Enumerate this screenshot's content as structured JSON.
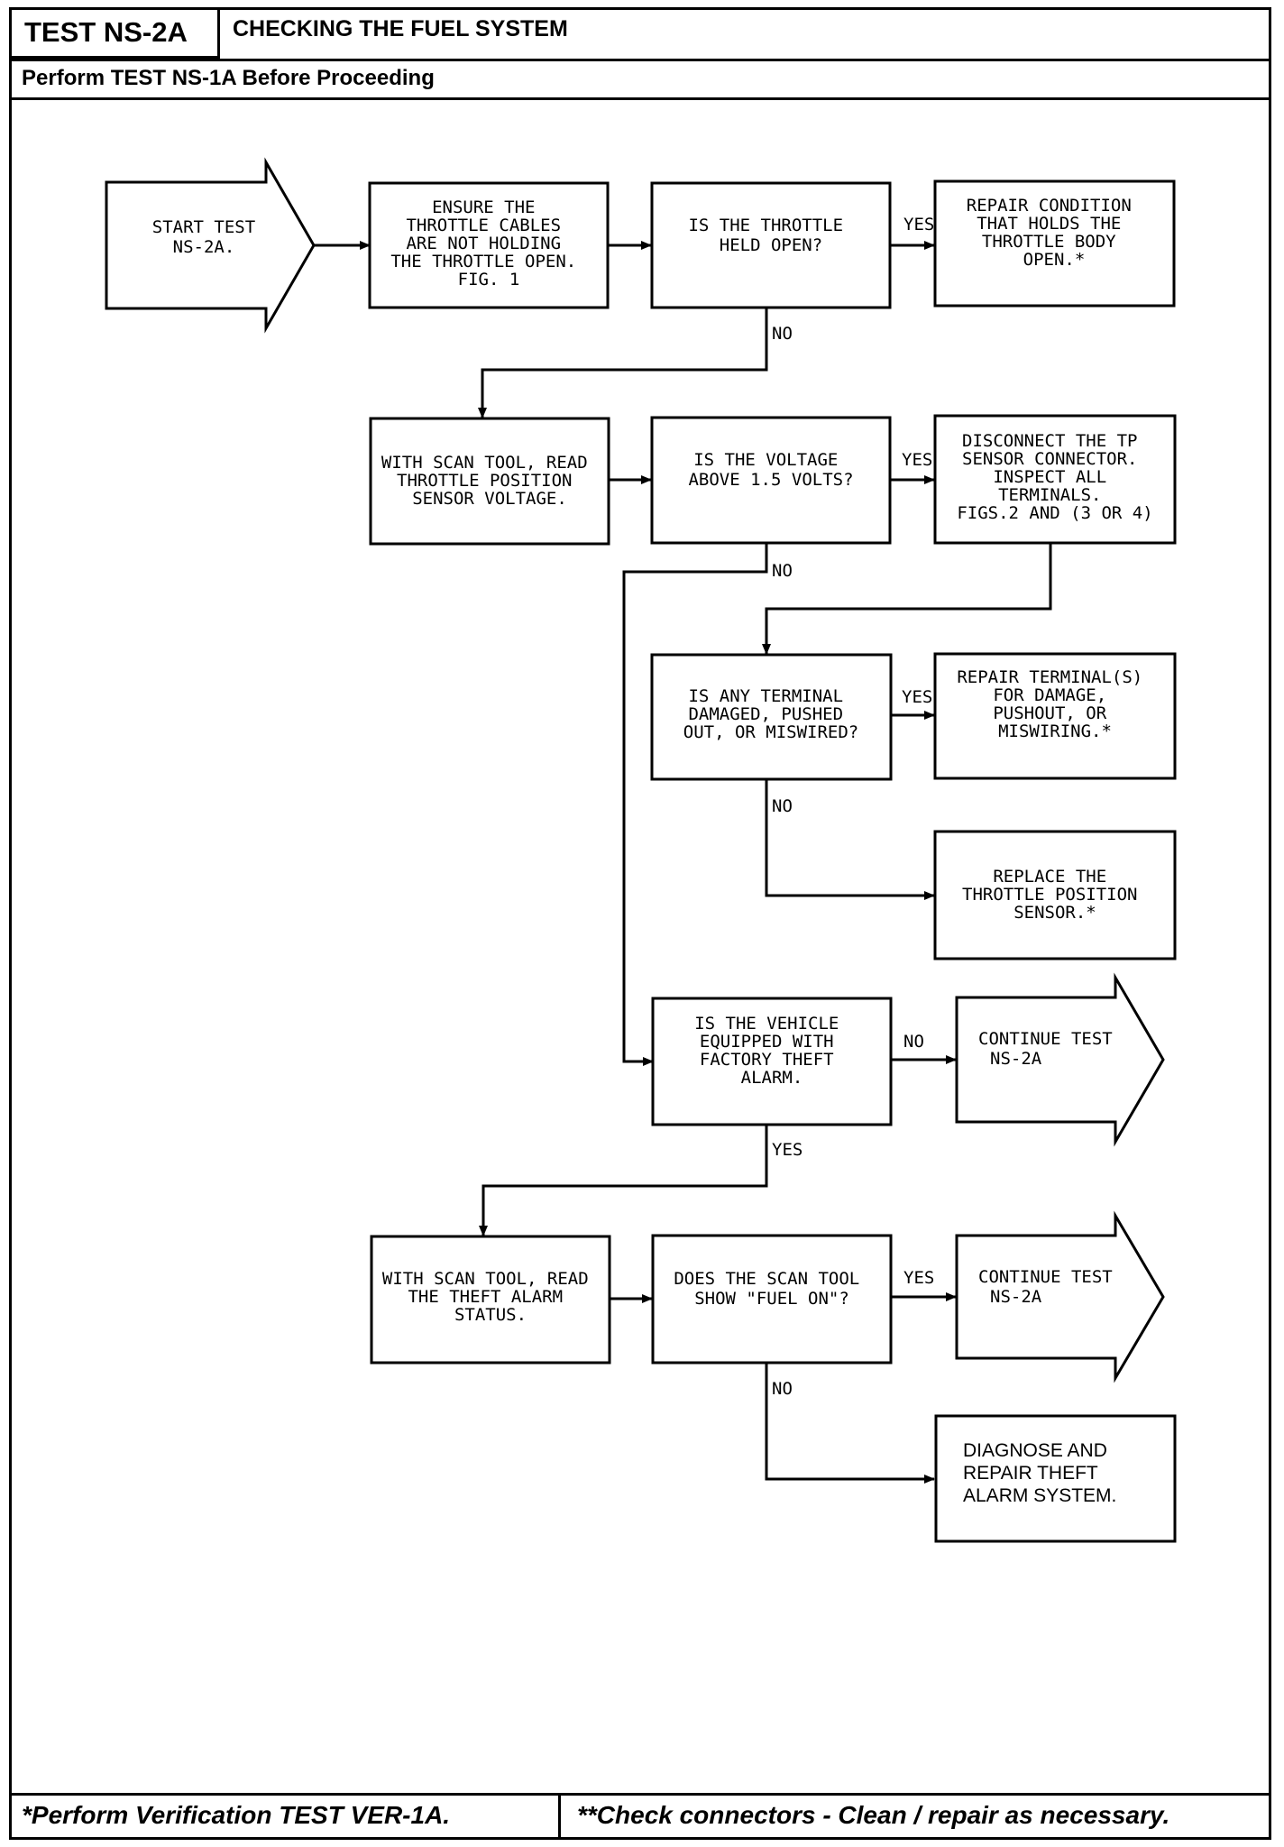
{
  "header": {
    "test_id": "TEST NS-2A",
    "title": "CHECKING THE FUEL SYSTEM",
    "prerequisite": "Perform TEST NS-1A Before Proceeding"
  },
  "footer": {
    "left_note": "*Perform Verification TEST VER-1A.",
    "right_note": "**Check connectors - Clean / repair as necessary."
  },
  "flowchart": {
    "nodes": {
      "start": [
        "START TEST",
        "NS-2A."
      ],
      "ensure_cables": [
        "ENSURE THE",
        "THROTTLE CABLES",
        "ARE NOT HOLDING",
        "THE THROTTLE OPEN.",
        "FIG. 1"
      ],
      "throttle_open_q": [
        "IS THE THROTTLE",
        "HELD OPEN?"
      ],
      "repair_throttle": [
        "REPAIR CONDITION",
        "THAT HOLDS THE",
        "THROTTLE BODY",
        "OPEN.*"
      ],
      "read_tp_voltage": [
        "WITH SCAN TOOL, READ",
        "THROTTLE POSITION",
        "SENSOR VOLTAGE."
      ],
      "voltage_q": [
        "IS THE VOLTAGE",
        "ABOVE 1.5 VOLTS?"
      ],
      "disconnect_tp": [
        "DISCONNECT THE TP",
        "SENSOR CONNECTOR.",
        "INSPECT ALL",
        "TERMINALS.",
        "FIGS.2 AND (3 OR 4)"
      ],
      "terminal_q": [
        "IS ANY TERMINAL",
        "DAMAGED, PUSHED",
        "OUT, OR MISWIRED?"
      ],
      "repair_terminal": [
        "REPAIR TERMINAL(S)",
        "FOR DAMAGE,",
        "PUSHOUT, OR",
        "MISWIRING.*"
      ],
      "replace_tp": [
        "REPLACE THE",
        "THROTTLE POSITION",
        "SENSOR.*"
      ],
      "theft_alarm_q": [
        "IS THE VEHICLE",
        "EQUIPPED WITH",
        "FACTORY THEFT",
        "ALARM."
      ],
      "continue_1": [
        "CONTINUE TEST",
        "NS-2A"
      ],
      "read_theft_status": [
        "WITH SCAN TOOL, READ",
        "THE THEFT ALARM",
        "STATUS."
      ],
      "fuel_on_q": [
        "DOES THE SCAN TOOL",
        "SHOW \"FUEL ON\"?"
      ],
      "continue_2": [
        "CONTINUE TEST",
        "NS-2A"
      ],
      "diagnose_theft": [
        "DIAGNOSE AND",
        "REPAIR THEFT",
        "ALARM SYSTEM."
      ]
    },
    "edge_labels": {
      "throttle_yes": "YES",
      "throttle_no": "NO",
      "voltage_yes": "YES",
      "voltage_no": "NO",
      "terminal_yes": "YES",
      "terminal_no": "NO",
      "theft_no": "NO",
      "theft_yes": "YES",
      "fuel_yes": "YES",
      "fuel_no": "NO"
    }
  }
}
